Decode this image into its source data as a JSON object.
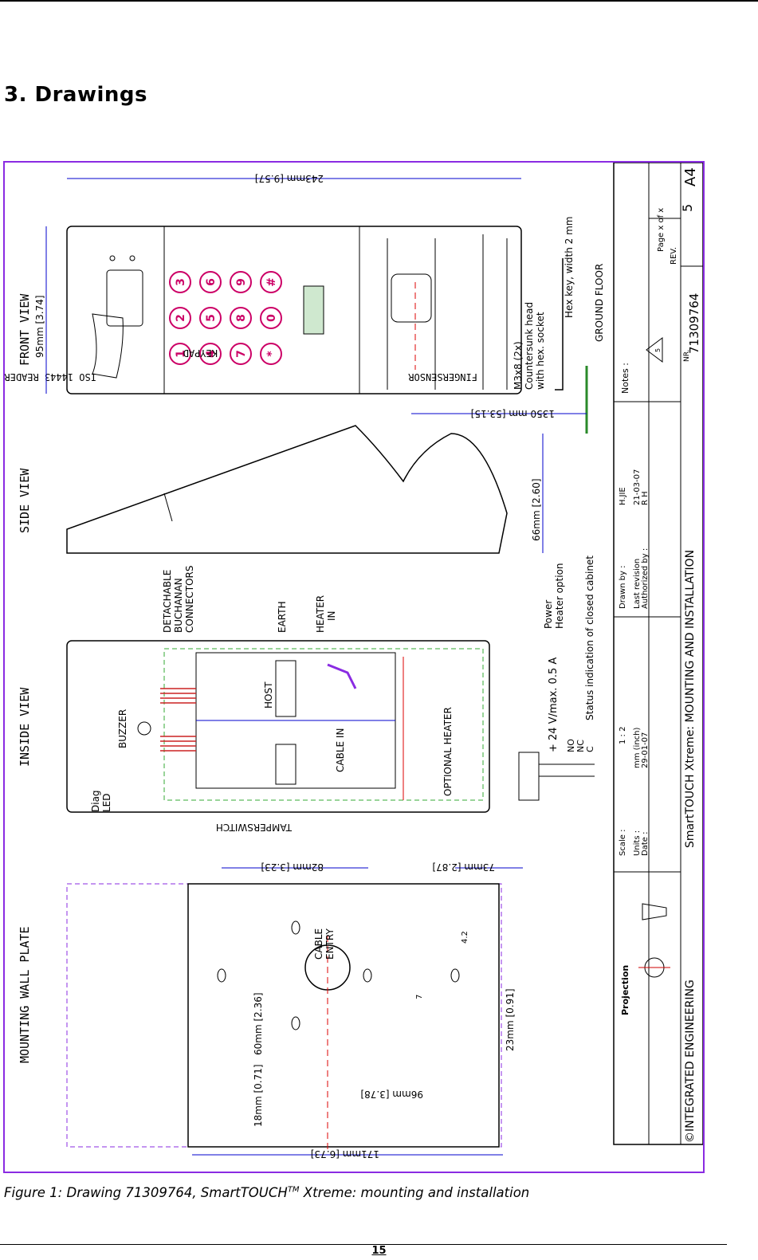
{
  "section": {
    "title": "3. Drawings"
  },
  "drawing": {
    "view_labels": {
      "front": "FRONT VIEW",
      "side": "SIDE VIEW",
      "inside": "INSIDE VIEW",
      "mounting": "MOUNTING WALL PLATE"
    },
    "front_view": {
      "zones": [
        "ISO 14443 READER",
        "KEYPAD",
        "FINGERSENSOR"
      ],
      "keys": [
        "1",
        "2",
        "3",
        "4",
        "5",
        "6",
        "7",
        "8",
        "9",
        "*",
        "0",
        "#"
      ],
      "dim_width": "95mm [3.74]",
      "dim_length": "243mm [9.57]",
      "dim_floor": "1350 mm [53.15]",
      "screw_note": "M3x8 (2x)",
      "screw_detail_1": "Countersunk head",
      "screw_detail_2": "with hex. socket",
      "hex_key": "Hex key, width 2 mm",
      "ground": "GROUND FLOOR"
    },
    "side_view": {
      "dim_depth": "66mm [2.60]"
    },
    "inside_view": {
      "labels": {
        "diag_led_1": "Diag",
        "diag_led_2": "LED",
        "buzzer": "BUZZER",
        "connectors_1": "DETACHABLE",
        "connectors_2": "BUCHANAN",
        "connectors_3": "CONNECTORS",
        "earth": "EARTH",
        "heater_in_1": "HEATER",
        "heater_in_2": "IN",
        "host": "HOST",
        "cable_in": "CABLE IN",
        "optional_heater": "OPTIONAL HEATER",
        "tamper": "TAMPERSWITCH"
      },
      "power_line": "+ 24 V/max. 0.5 A",
      "power": "Power",
      "heater_option": "Heater option",
      "relay_no": "NO",
      "relay_nc": "NC",
      "relay_c": "C",
      "status": "Status indication of closed cabinet"
    },
    "mounting_plate": {
      "dim_82": "82mm [3.23]",
      "dim_73": "73mm [2.87]",
      "dim_60": "60mm [2.36]",
      "dim_18": "18mm [0.71]",
      "dim_96": "96mm [3.78]",
      "dim_171": "171mm [6.73]",
      "dim_23": "23mm [0.91]",
      "dim_4_2": "4.2",
      "dim_7": "7",
      "cable_entry_1": "CABLE",
      "cable_entry_2": "ENTRY"
    },
    "title_block": {
      "projection": "Projection",
      "scale_label": "Scale :",
      "scale": "1 : 2",
      "units_label": "Units :",
      "units": "mm (inch)",
      "date_label": "Date :",
      "date": "29-01-07",
      "drawn_label": "Drawn by :",
      "drawn": "H.JIE",
      "revision_label": "Last revision",
      "revision": "21-03-07",
      "authorized_label": "Authorized by :",
      "authorized": "R H",
      "notes": "Notes :",
      "note_mark": "5",
      "company": "©INTEGRATED ENGINEERING",
      "title": "SmartTOUCH Xtreme: MOUNTING AND INSTALLATION",
      "nr_label": "NR.",
      "nr": "71309764",
      "page": "Page x of x",
      "rev_label": "REV.",
      "rev": "5",
      "format": "A4"
    }
  },
  "caption": {
    "prefix": "Figure 1: Drawing 71309764, SmartTOUCH",
    "tm": "TM",
    "suffix": " Xtreme: mounting and installation"
  },
  "page_number": "15",
  "colors": {
    "frame": "#8a2be2",
    "dimension": "#0000cc",
    "accent": "#cc0066",
    "center_line": "#dd0000",
    "green": "#33aa33"
  }
}
